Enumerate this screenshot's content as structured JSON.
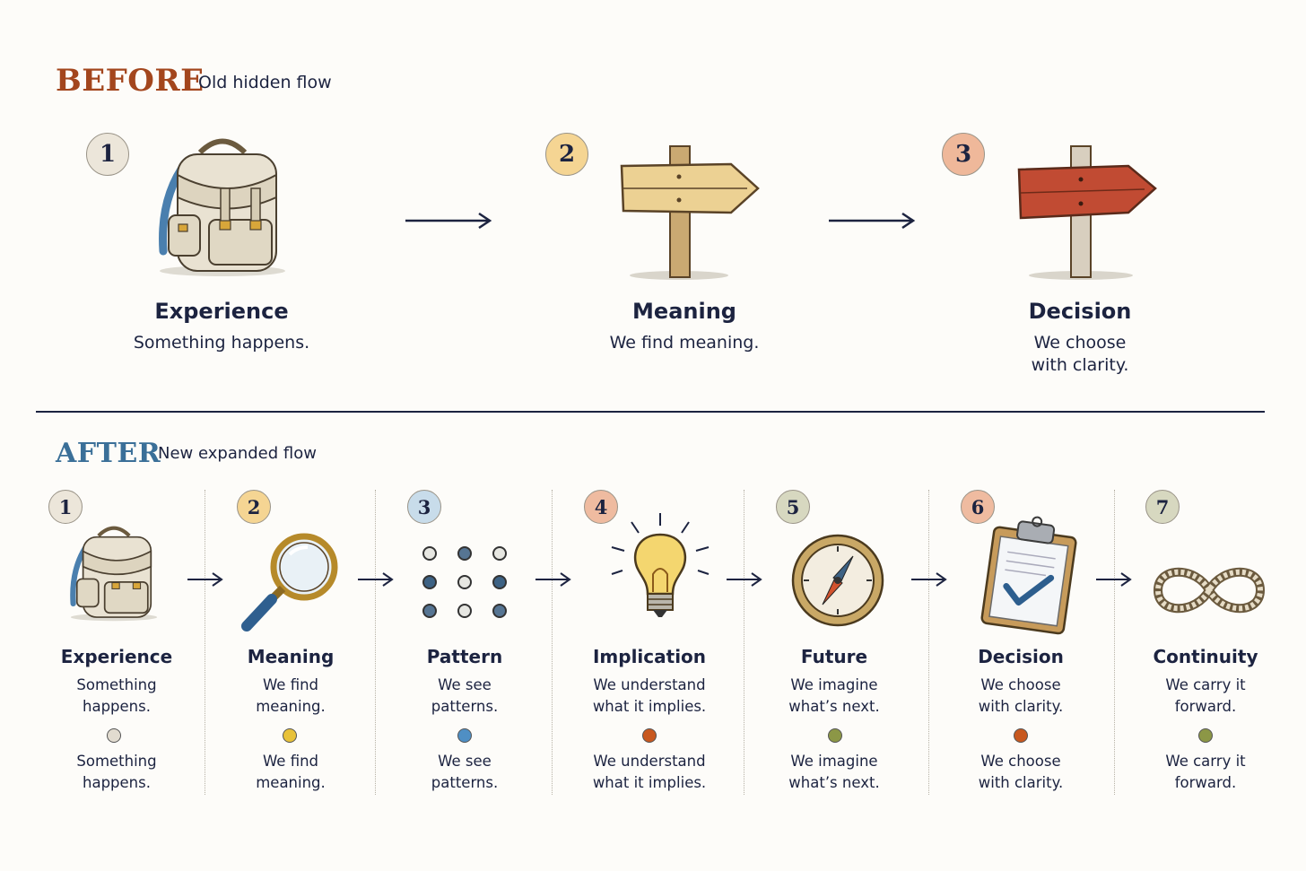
{
  "before": {
    "title": "BEFORE",
    "subtitle": "Old hidden flow",
    "title_color": "#a3461d",
    "steps": [
      {
        "num": "1",
        "icon": "backpack-icon",
        "title": "Experience",
        "desc1": "Something happens.",
        "desc2": "",
        "badge_color": "#ece6da"
      },
      {
        "num": "2",
        "icon": "signpost-icon",
        "title": "Meaning",
        "desc1": "We find meaning.",
        "desc2": "",
        "badge_color": "#f5d593"
      },
      {
        "num": "3",
        "icon": "red-signpost-icon",
        "title": "Decision",
        "desc1": "We choose",
        "desc2": "with clarity.",
        "badge_color": "#efb89a"
      }
    ]
  },
  "after": {
    "title": "AFTER",
    "subtitle": "New expanded flow",
    "title_color": "#3a6f98",
    "steps": [
      {
        "num": "1",
        "icon": "backpack-icon",
        "title": "Experience",
        "desc1": "Something",
        "desc2": "happens.",
        "desc3": "Something",
        "desc4": "happens.",
        "badge_color": "#ece6da",
        "dot_color": "#e2dcd0"
      },
      {
        "num": "2",
        "icon": "magnifying-glass-icon",
        "title": "Meaning",
        "desc1": "We find",
        "desc2": "meaning.",
        "desc3": "We find",
        "desc4": "meaning.",
        "badge_color": "#f5d593",
        "dot_color": "#e8c23a"
      },
      {
        "num": "3",
        "icon": "dot-grid-icon",
        "title": "Pattern",
        "desc1": "We see",
        "desc2": "patterns.",
        "desc3": "We see",
        "desc4": "patterns.",
        "badge_color": "#c8dcea",
        "dot_color": "#4f8fc4"
      },
      {
        "num": "4",
        "icon": "lightbulb-icon",
        "title": "Implication",
        "desc1": "We understand",
        "desc2": "what it implies.",
        "desc3": "We understand",
        "desc4": "what it implies.",
        "badge_color": "#efbba0",
        "dot_color": "#c8581f"
      },
      {
        "num": "5",
        "icon": "compass-icon",
        "title": "Future",
        "desc1": "We imagine",
        "desc2": "what’s next.",
        "desc3": "We imagine",
        "desc4": "what’s next.",
        "badge_color": "#d7d8c0",
        "dot_color": "#8c9746"
      },
      {
        "num": "6",
        "icon": "clipboard-check-icon",
        "title": "Decision",
        "desc1": "We choose",
        "desc2": "with clarity.",
        "desc3": "We choose",
        "desc4": "with clarity.",
        "badge_color": "#efbba0",
        "dot_color": "#c8581f"
      },
      {
        "num": "7",
        "icon": "infinity-rope-icon",
        "title": "Continuity",
        "desc1": "We carry it",
        "desc2": "forward.",
        "desc3": "We carry it",
        "desc4": "forward.",
        "badge_color": "#d7d8c0",
        "dot_color": "#8c9746"
      }
    ]
  }
}
